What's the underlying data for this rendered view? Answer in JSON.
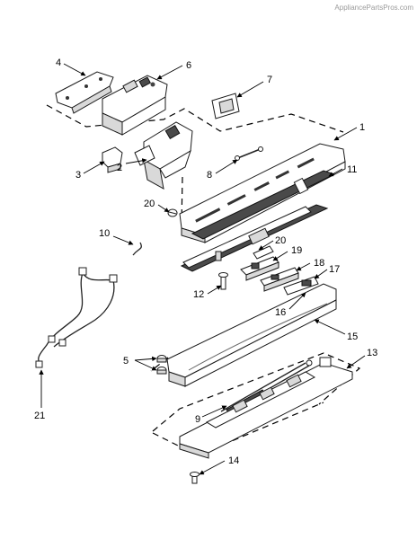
{
  "watermark": "AppliancePartsPros.com",
  "callouts": {
    "c1": "1",
    "c2": "2",
    "c3": "3",
    "c4": "4",
    "c5": "5",
    "c6": "6",
    "c7": "7",
    "c8": "8",
    "c9": "9",
    "c10": "10",
    "c11": "11",
    "c12": "12",
    "c13": "13",
    "c14": "14",
    "c15": "15",
    "c16": "16",
    "c17": "17",
    "c18": "18",
    "c19": "19",
    "c20a": "20",
    "c20b": "20",
    "c21": "21"
  }
}
